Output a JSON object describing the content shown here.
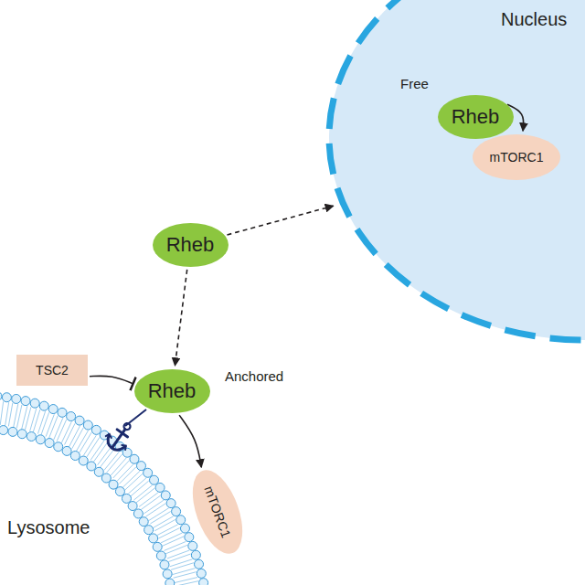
{
  "diagram": {
    "nodes": [
      {
        "text": [
          "Nucleus"
        ]
      },
      {
        "text": [
          "Rheb"
        ],
        "in": 0
      },
      {
        "text": [
          "mTORC1"
        ],
        "in": 0
      },
      {
        "text": [
          "Rheb"
        ]
      },
      {
        "text": [
          "TSC2"
        ]
      },
      {
        "text": [
          "Rheb"
        ]
      },
      {
        "text": [
          "mTORC1"
        ]
      }
    ],
    "edges": [
      {
        "from": 3,
        "to": 0,
        "arrow": "to"
      },
      {
        "from": 3,
        "to": 5,
        "arrow": "to"
      },
      {
        "from": 4,
        "to": 5,
        "arrow": "to"
      },
      {
        "from": 5,
        "to": 6,
        "arrow": "to"
      },
      {
        "from": 1,
        "to": 2,
        "arrow": "to"
      }
    ],
    "labels": [
      "Free",
      "Anchored",
      "Lysosome"
    ]
  }
}
